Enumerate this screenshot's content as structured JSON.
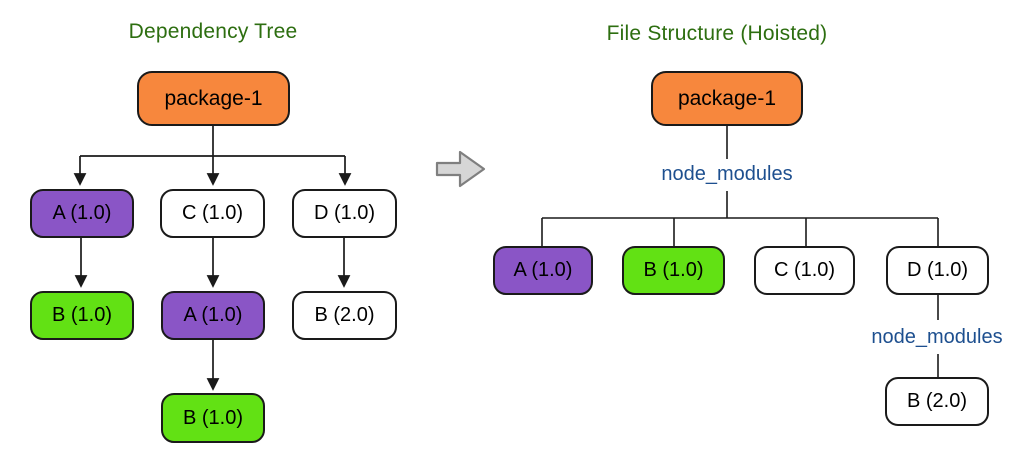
{
  "colors": {
    "orange": "#F7873D",
    "purple": "#8A55C6",
    "green": "#62E114",
    "white": "#FFFFFF",
    "title_green": "#2D6E10",
    "folder_blue": "#1D4F8F",
    "line": "#1A1A1A",
    "transform_arrow_fill": "#D6D6D6",
    "transform_arrow_stroke": "#7F7F7F"
  },
  "left_tree": {
    "title": "Dependency Tree",
    "nodes": [
      {
        "id": "package-1",
        "label": "package-1",
        "color": "orange"
      },
      {
        "id": "A-1.0",
        "label": "A (1.0)",
        "color": "purple"
      },
      {
        "id": "C-1.0",
        "label": "C (1.0)",
        "color": "white"
      },
      {
        "id": "D-1.0",
        "label": "D (1.0)",
        "color": "white"
      },
      {
        "id": "B-1.0",
        "label": "B (1.0)",
        "color": "green"
      },
      {
        "id": "A-1.0-dup",
        "label": "A (1.0)",
        "color": "purple"
      },
      {
        "id": "B-2.0",
        "label": "B (2.0)",
        "color": "white"
      },
      {
        "id": "B-1.0-dup",
        "label": "B (1.0)",
        "color": "green"
      }
    ]
  },
  "transform_arrow": {
    "icon": "right-arrow"
  },
  "right_tree": {
    "title": "File Structure (Hoisted)",
    "folder_labels": [
      "node_modules",
      "node_modules"
    ],
    "nodes": [
      {
        "id": "package-1",
        "label": "package-1",
        "color": "orange"
      },
      {
        "id": "A-1.0",
        "label": "A (1.0)",
        "color": "purple"
      },
      {
        "id": "B-1.0",
        "label": "B (1.0)",
        "color": "green"
      },
      {
        "id": "C-1.0",
        "label": "C (1.0)",
        "color": "white"
      },
      {
        "id": "D-1.0",
        "label": "D (1.0)",
        "color": "white"
      },
      {
        "id": "B-2.0",
        "label": "B (2.0)",
        "color": "white"
      }
    ]
  }
}
